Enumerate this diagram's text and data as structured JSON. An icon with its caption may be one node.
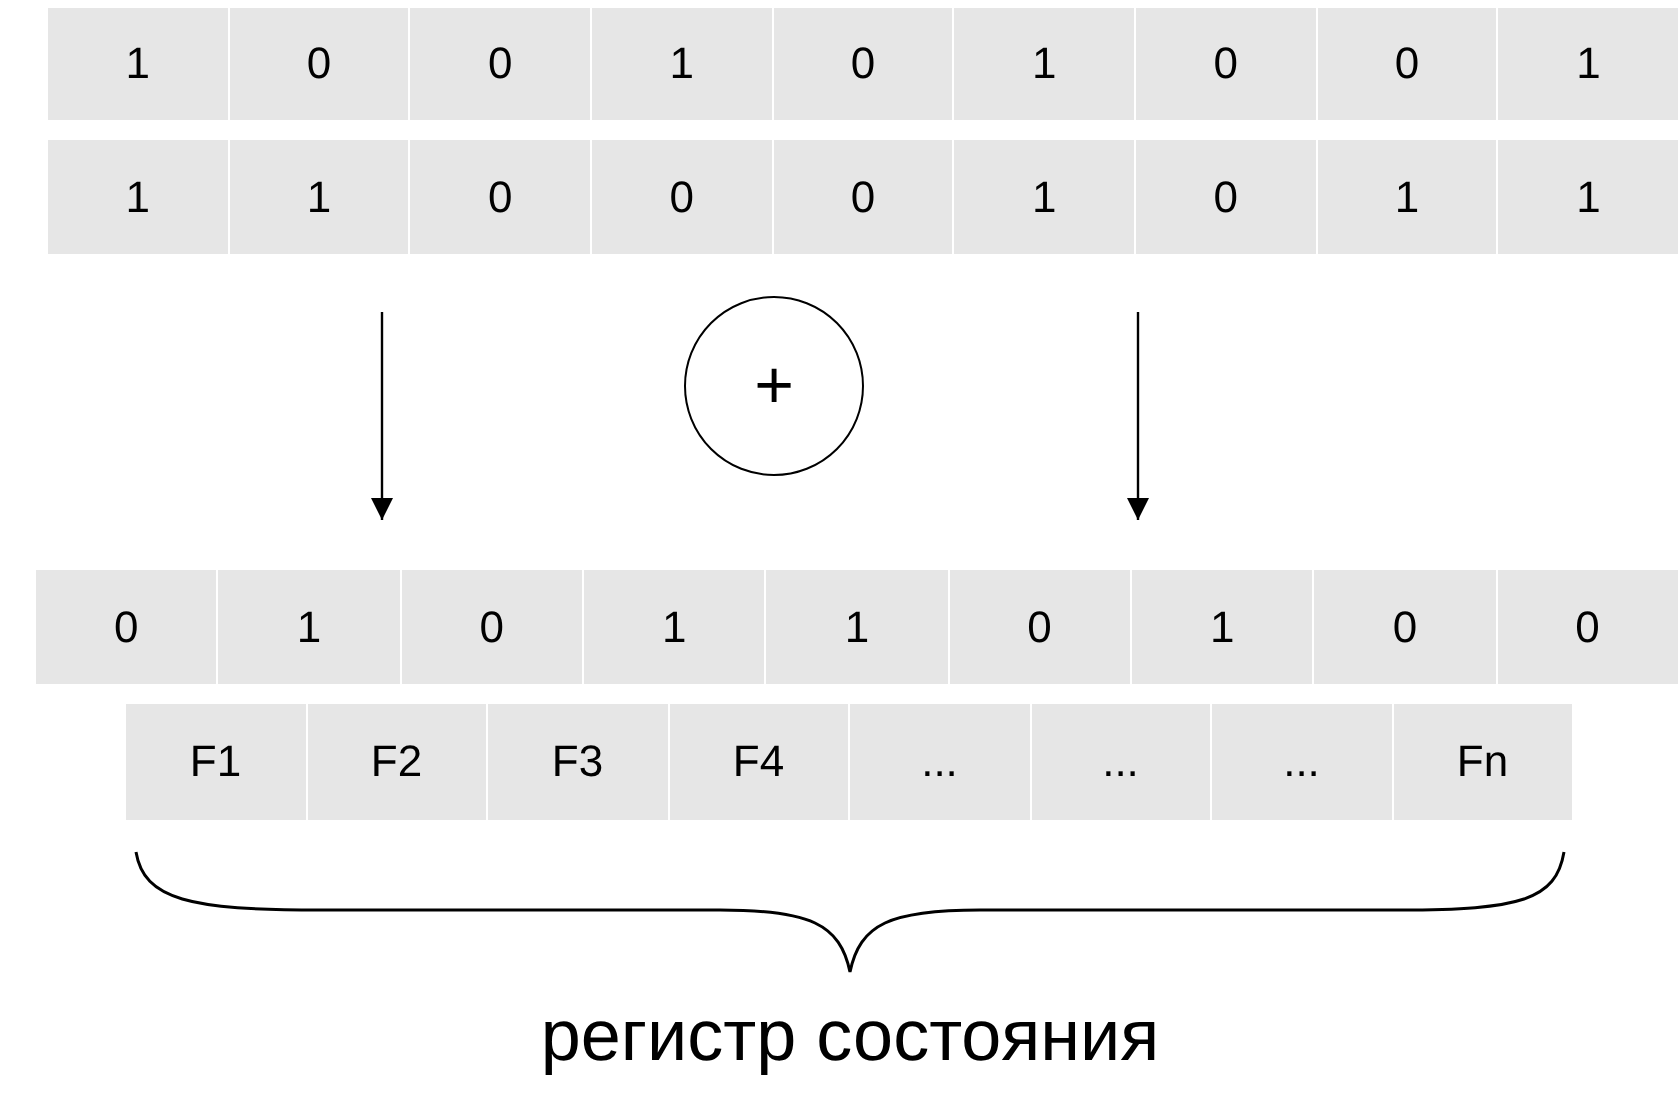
{
  "diagram": {
    "nodes": [
      {
        "text": [
          "1"
        ]
      },
      {
        "text": [
          "0"
        ]
      },
      {
        "text": [
          "0"
        ]
      },
      {
        "text": [
          "1"
        ]
      },
      {
        "text": [
          "0"
        ]
      },
      {
        "text": [
          "1"
        ]
      },
      {
        "text": [
          "0"
        ]
      },
      {
        "text": [
          "0"
        ]
      },
      {
        "text": [
          "1"
        ]
      },
      {
        "text": [
          "1"
        ]
      },
      {
        "text": [
          "1"
        ]
      },
      {
        "text": [
          "0"
        ]
      },
      {
        "text": [
          "0"
        ]
      },
      {
        "text": [
          "0"
        ]
      },
      {
        "text": [
          "1"
        ]
      },
      {
        "text": [
          "0"
        ]
      },
      {
        "text": [
          "1"
        ]
      },
      {
        "text": [
          "1"
        ]
      },
      {
        "text": [
          "+"
        ]
      },
      {
        "text": [
          "0"
        ]
      },
      {
        "text": [
          "1"
        ]
      },
      {
        "text": [
          "0"
        ]
      },
      {
        "text": [
          "1"
        ]
      },
      {
        "text": [
          "1"
        ]
      },
      {
        "text": [
          "0"
        ]
      },
      {
        "text": [
          "1"
        ]
      },
      {
        "text": [
          "0"
        ]
      },
      {
        "text": [
          "0"
        ]
      },
      {
        "text": [
          "F1"
        ]
      },
      {
        "text": [
          "F2"
        ]
      },
      {
        "text": [
          "F3"
        ]
      },
      {
        "text": [
          "F4"
        ]
      },
      {
        "text": [
          "..."
        ]
      },
      {
        "text": [
          "..."
        ]
      },
      {
        "text": [
          "..."
        ]
      },
      {
        "text": [
          "Fn"
        ]
      }
    ],
    "labels": [
      "регистр состояния"
    ]
  }
}
